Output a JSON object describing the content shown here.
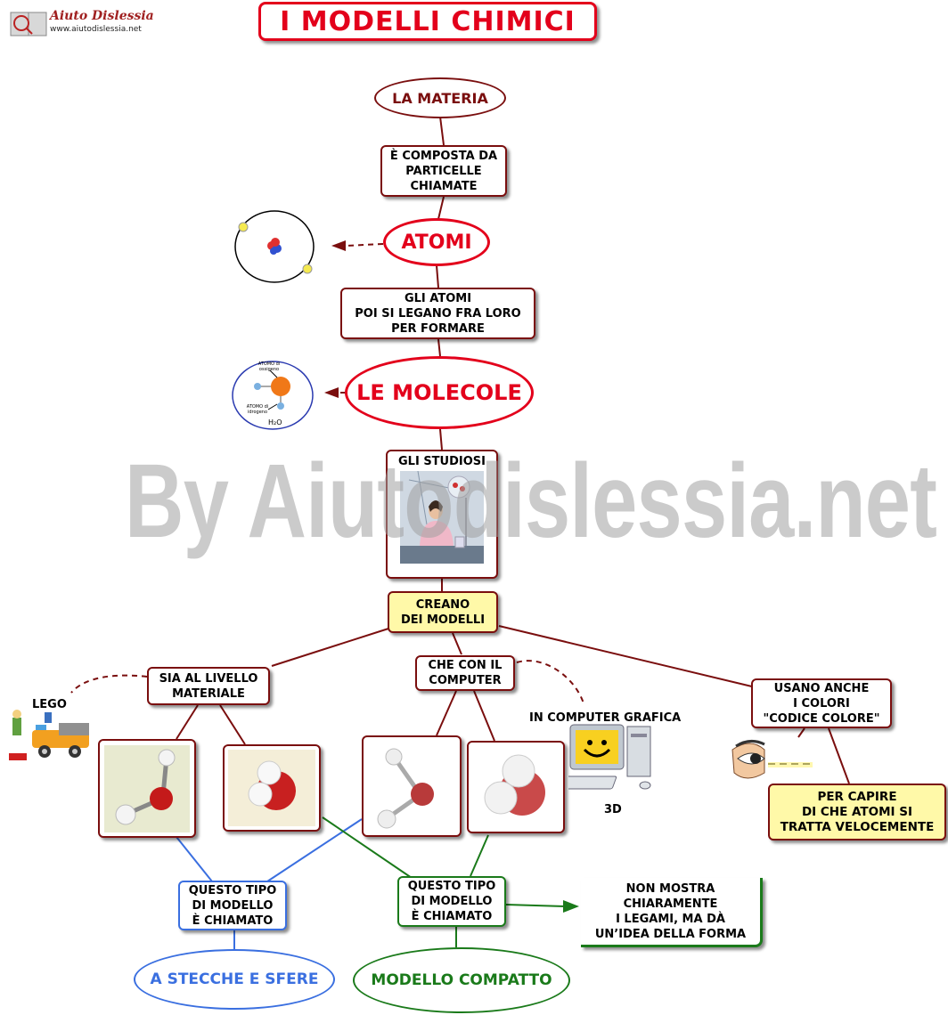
{
  "logo": {
    "name": "Aiuto Dislessia",
    "url": "www.aiutodislessia.net"
  },
  "title": "I MODELLI CHIMICI",
  "watermark": "By Aiutodislessia.net",
  "nodes": {
    "materia": "LA MATERIA",
    "composta": "È COMPOSTA DA\nPARTICELLE\nCHIAMATE",
    "atomi": "ATOMI",
    "legano": "GLI ATOMI\nPOI SI LEGANO FRA LORO\nPER FORMARE",
    "molecole": "LE MOLECOLE",
    "studiosi": "GLI STUDIOSI",
    "creano": "CREANO\nDEI MODELLI",
    "materiale": "SIA AL LIVELLO\nMATERIALE",
    "computer": "CHE CON IL\nCOMPUTER",
    "colori": "USANO ANCHE\nI COLORI\n\"CODICE COLORE\"",
    "capire": "PER CAPIRE\nDI CHE ATOMI SI\nTRATTA VELOCEMENTE",
    "tipo_blue": "QUESTO TIPO\nDI MODELLO\nÈ CHIAMATO",
    "tipo_green": "QUESTO TIPO\nDI MODELLO\nÈ CHIAMATO",
    "non_mostra": "NON MOSTRA\nCHIARAMENTE\nI LEGAMI, MA DÀ\nUN’IDEA DELLA FORMA",
    "stecche": "A STECCHE E SFERE",
    "compatto": "MODELLO COMPATTO"
  },
  "labels": {
    "lego": "LEGO",
    "grafica": "IN COMPUTER GRAFICA",
    "3d": "3D",
    "h2o": "H₂O",
    "atomo_ossigeno": "ATOMO di ossigeno",
    "atomo_idrogeno": "ATOMO di idrogeno"
  },
  "colors": {
    "dark_red": "#7a0e0e",
    "red": "#e3001b",
    "blue": "#3a6fe0",
    "green": "#1a7a1a",
    "yellow": "#fff9a8"
  }
}
